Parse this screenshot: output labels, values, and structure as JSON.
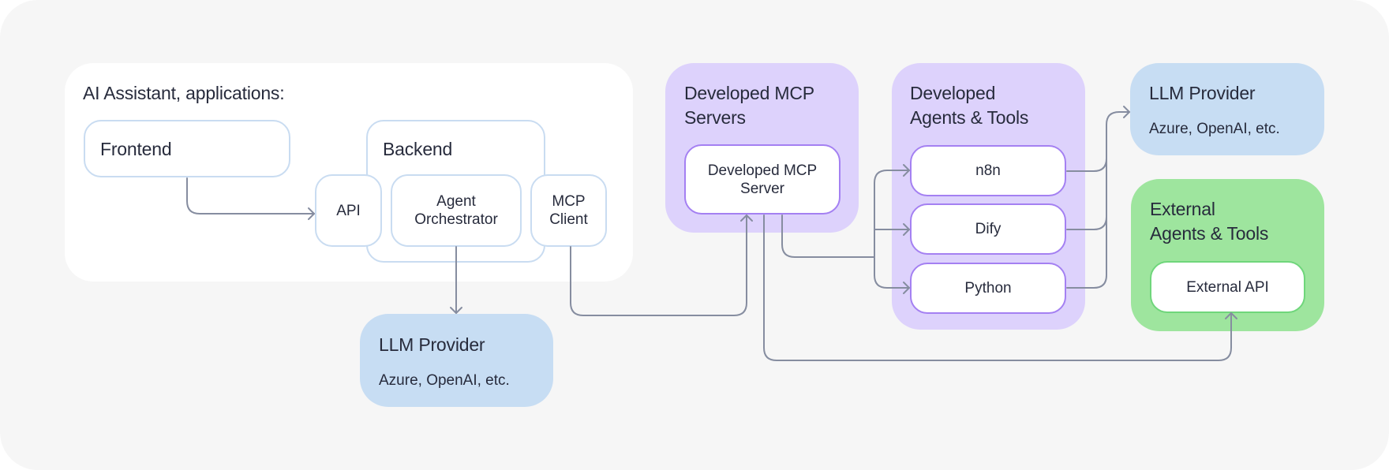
{
  "colors": {
    "background": "#f6f6f6",
    "app_group": "#ffffff",
    "llm_provider": "#c7ddf3",
    "developed": "#ddd2fc",
    "developed_border": "#a480f2",
    "external": "#9ee59e",
    "external_border": "#6fd67b",
    "connector": "#868da0",
    "text": "#272b3c"
  },
  "app_group": {
    "title": "AI Assistant, applications:",
    "frontend": "Frontend",
    "backend": {
      "title": "Backend",
      "api": "API",
      "orchestrator": "Agent\nOrchestrator",
      "mcp_client": "MCP\nClient"
    }
  },
  "llm_provider_bottom": {
    "title": "LLM Provider",
    "subtitle": "Azure, OpenAI, etc."
  },
  "mcp_servers": {
    "title": "Developed MCP\nServers",
    "server": "Developed MCP\nServer"
  },
  "agents_tools": {
    "title": "Developed\nAgents & Tools",
    "items": [
      "n8n",
      "Dify",
      "Python"
    ]
  },
  "llm_provider_right": {
    "title": "LLM Provider",
    "subtitle": "Azure, OpenAI, etc."
  },
  "external": {
    "title": "External\nAgents & Tools",
    "api": "External API"
  },
  "connections": [
    {
      "from": "Frontend",
      "to": "API"
    },
    {
      "from": "Agent Orchestrator",
      "to": "LLM Provider (bottom)"
    },
    {
      "from": "MCP Client",
      "to": "Developed MCP Server"
    },
    {
      "from": "Developed MCP Server",
      "to": "n8n"
    },
    {
      "from": "Developed MCP Server",
      "to": "Dify"
    },
    {
      "from": "Developed MCP Server",
      "to": "Python"
    },
    {
      "from": "Developed MCP Server",
      "to": "External API"
    },
    {
      "from": "n8n",
      "to": "LLM Provider (right)"
    },
    {
      "from": "Dify",
      "to": "LLM Provider (right)"
    },
    {
      "from": "Python",
      "to": "LLM Provider (right)"
    }
  ]
}
